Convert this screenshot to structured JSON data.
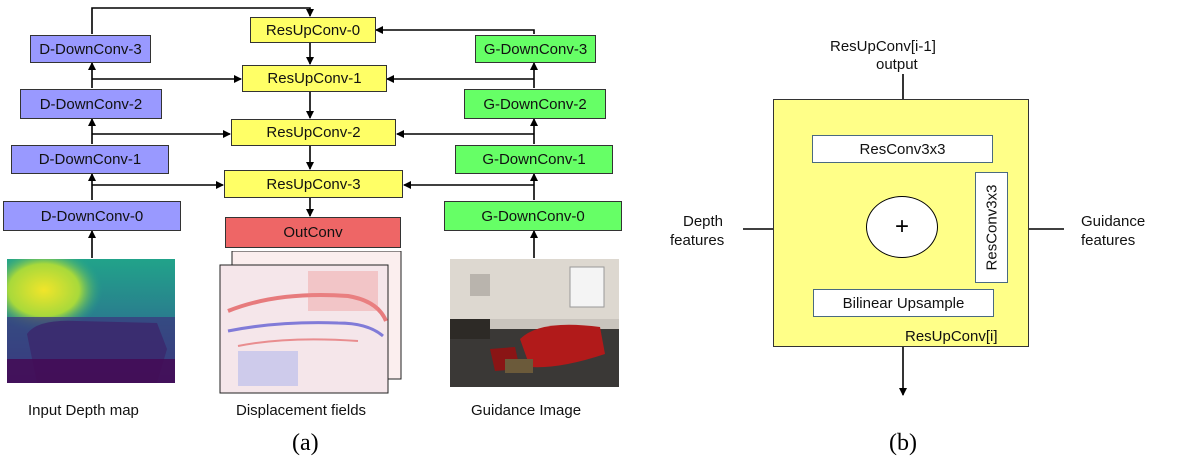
{
  "panel_a": {
    "depth_encoder": [
      "D-DownConv-0",
      "D-DownConv-1",
      "D-DownConv-2",
      "D-DownConv-3"
    ],
    "guidance_encoder": [
      "G-DownConv-0",
      "G-DownConv-1",
      "G-DownConv-2",
      "G-DownConv-3"
    ],
    "decoder": [
      "ResUpConv-0",
      "ResUpConv-1",
      "ResUpConv-2",
      "ResUpConv-3"
    ],
    "out": "OutConv",
    "input_depth_label": "Input Depth map",
    "displacement_label": "Displacement fields",
    "guidance_label": "Guidance Image",
    "caption": "(a)"
  },
  "panel_b": {
    "top_input": [
      "ResUpConv[i-1]",
      "output"
    ],
    "resconv_top": "ResConv3x3",
    "resconv_side": "ResConv3x3",
    "sum_symbol": "+",
    "upsample": "Bilinear Upsample",
    "output_label": "ResUpConv[i]",
    "depth_features": [
      "Depth",
      "features"
    ],
    "guidance_features": [
      "Guidance",
      "features"
    ],
    "caption": "(b)"
  },
  "colors": {
    "depth_encoder": "#9999ff",
    "guidance_encoder": "#66ff66",
    "decoder": "#ffff66",
    "outconv": "#ee6666",
    "block_background": "#ffff88"
  }
}
